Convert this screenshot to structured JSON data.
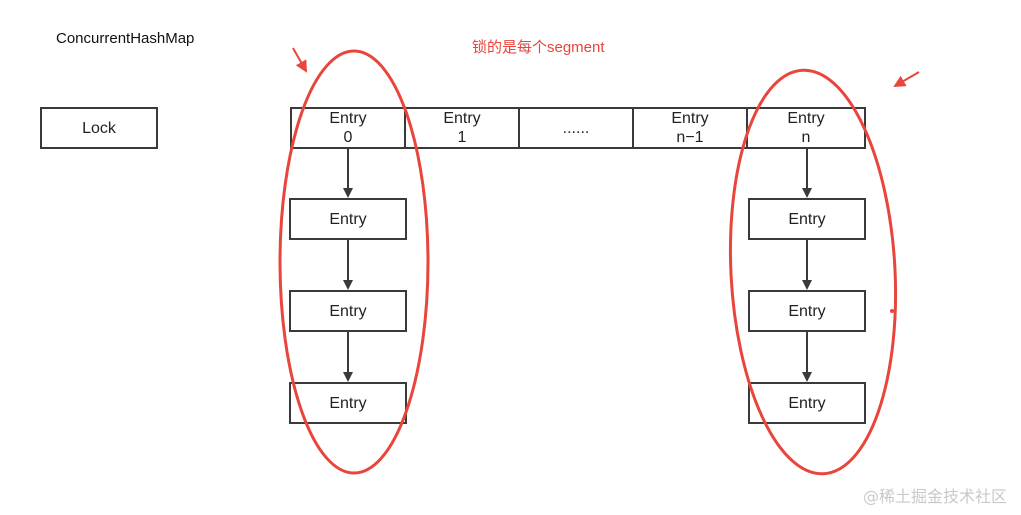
{
  "title": "ConcurrentHashMap",
  "annotation": "锁的是每个segment",
  "lock": {
    "label": "Lock"
  },
  "array": [
    {
      "line1": "Entry",
      "line2": "0"
    },
    {
      "line1": "Entry",
      "line2": "1"
    },
    {
      "line1": "......",
      "line2": ""
    },
    {
      "line1": "Entry",
      "line2": "n−1"
    },
    {
      "line1": "Entry",
      "line2": "n"
    }
  ],
  "left_chain": [
    "Entry",
    "Entry",
    "Entry"
  ],
  "right_chain": [
    "Entry",
    "Entry",
    "Entry"
  ],
  "watermark": "@稀土掘金技术社区",
  "colors": {
    "accent": "#e8453c",
    "border": "#3a3a3a",
    "text": "#222222"
  }
}
